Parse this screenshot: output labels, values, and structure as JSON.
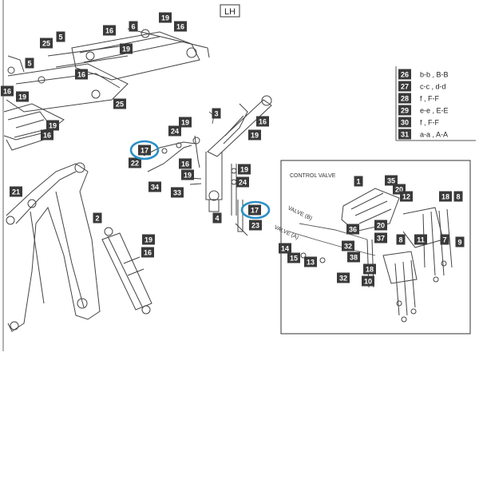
{
  "header": {
    "side_label": "LH"
  },
  "detail_inset": {
    "control_valve_label": "CONTROL VALVE",
    "valve_label_1": "VALVE (B)",
    "valve_label_2": "VALVE (A)"
  },
  "legend": [
    {
      "num": "26",
      "text": "b-b , B-B"
    },
    {
      "num": "27",
      "text": "c-c , d-d"
    },
    {
      "num": "28",
      "text": "f , F-F"
    },
    {
      "num": "29",
      "text": "e-e , E-E"
    },
    {
      "num": "30",
      "text": "f , F-F"
    },
    {
      "num": "31",
      "text": "a-a , A-A"
    }
  ],
  "callouts": {
    "c19a": "19",
    "c16a": "16",
    "c6": "6",
    "c16b": "16",
    "c19b": "19",
    "c25a": "25",
    "c5a": "5",
    "c16c": "16",
    "c5b": "5",
    "c16d": "16",
    "c19c": "19",
    "c25b": "25",
    "c19d": "19",
    "c16e": "16",
    "c3": "3",
    "c16f": "16",
    "c19e": "19",
    "c19f": "19",
    "c24a": "24",
    "c17a": "17",
    "c22": "22",
    "c16g": "16",
    "c19g": "19",
    "c34": "34",
    "c33": "33",
    "c19h": "19",
    "c24b": "24",
    "c4": "4",
    "c17b": "17",
    "c23": "23",
    "c21": "21",
    "c2": "2",
    "c19i": "19",
    "c16h": "16",
    "c1": "1",
    "c35": "35",
    "c20a": "20",
    "c12": "12",
    "c18a": "18",
    "c8a": "8",
    "c36": "36",
    "c20b": "20",
    "c37": "37",
    "c8b": "8",
    "c11": "11",
    "c7": "7",
    "c9": "9",
    "c14": "14",
    "c15": "15",
    "c13": "13",
    "c32a": "32",
    "c38": "38",
    "c18b": "18",
    "c32b": "32",
    "c10": "10"
  },
  "highlight_color": "#2a8fc6"
}
